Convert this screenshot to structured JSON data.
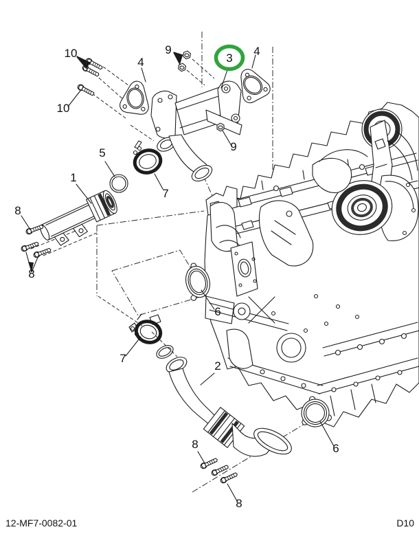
{
  "figure": {
    "doc_number": "12-MF7-0082-01",
    "grid_ref": "D10",
    "highlight": {
      "color": "#2EA53C",
      "callout": "3"
    },
    "callouts": [
      {
        "id": "bolts-upper-pair",
        "label": "10"
      },
      {
        "id": "bolt-upper-single",
        "label": "10"
      },
      {
        "id": "gasket-upper-left",
        "label": "4"
      },
      {
        "id": "nuts-upper-pair",
        "label": "9"
      },
      {
        "id": "elbow-pipe",
        "label": "3"
      },
      {
        "id": "gasket-upper-right",
        "label": "4"
      },
      {
        "id": "nut-on-bracket",
        "label": "9"
      },
      {
        "id": "seal-ring",
        "label": "5"
      },
      {
        "id": "inlet-pipe",
        "label": "1"
      },
      {
        "id": "clamp-upper",
        "label": "7"
      },
      {
        "id": "bolt-left-single",
        "label": "8"
      },
      {
        "id": "bolts-left-pair",
        "label": "8"
      },
      {
        "id": "gasket-middle",
        "label": "6"
      },
      {
        "id": "clamp-lower",
        "label": "7"
      },
      {
        "id": "down-pipe",
        "label": "2"
      },
      {
        "id": "bolt-bottom-upper",
        "label": "8"
      },
      {
        "id": "bolt-bottom-lower",
        "label": "8"
      },
      {
        "id": "gasket-bottom",
        "label": "6"
      }
    ]
  }
}
